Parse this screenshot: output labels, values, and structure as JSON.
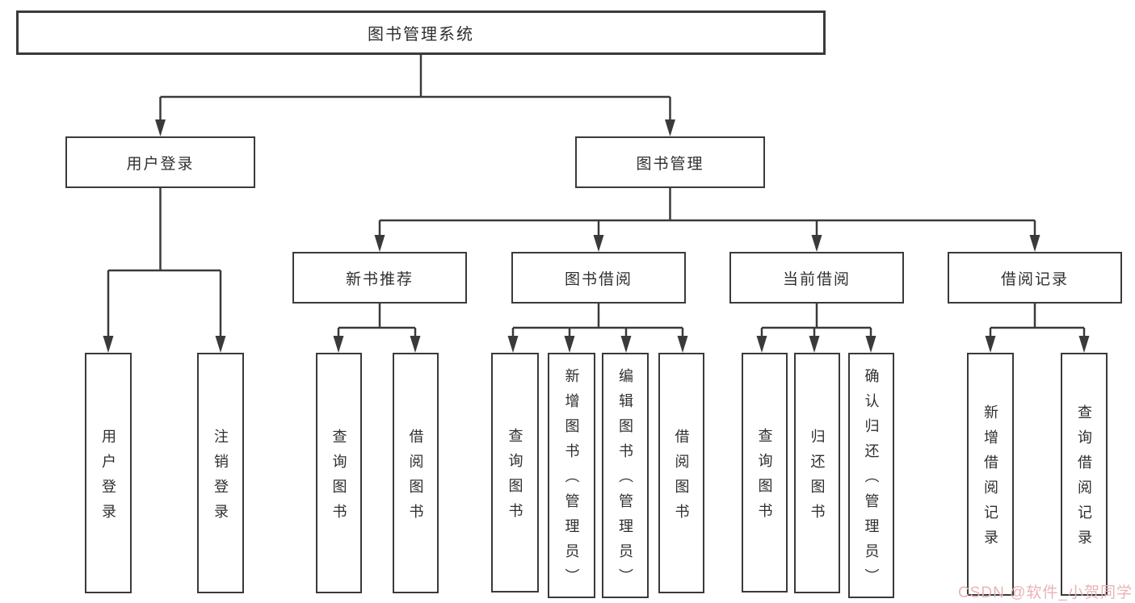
{
  "tree": {
    "label": "图书管理系统",
    "children": [
      {
        "label": "用户登录",
        "children": [
          {
            "label": "用户登录"
          },
          {
            "label": "注销登录"
          }
        ]
      },
      {
        "label": "图书管理",
        "children": [
          {
            "label": "新书推荐",
            "children": [
              {
                "label": "查询图书"
              },
              {
                "label": "借阅图书"
              }
            ]
          },
          {
            "label": "图书借阅",
            "children": [
              {
                "label": "查询图书"
              },
              {
                "label": "新增图书（管理员）"
              },
              {
                "label": "编辑图书（管理员）"
              },
              {
                "label": "借阅图书"
              }
            ]
          },
          {
            "label": "当前借阅",
            "children": [
              {
                "label": "查询图书"
              },
              {
                "label": "归还图书"
              },
              {
                "label": "确认归还（管理员）"
              }
            ]
          },
          {
            "label": "借阅记录",
            "children": [
              {
                "label": "新增借阅记录"
              },
              {
                "label": "查询借阅记录"
              }
            ]
          }
        ]
      }
    ]
  },
  "watermark": {
    "text": "CSDN @软件_小贺同学",
    "color": "#e9b4b4"
  },
  "colors": {
    "line": "#3a3a3a",
    "box_border": "#3a3a3a",
    "box_fill": "#ffffff",
    "text": "#2f2f2f"
  }
}
